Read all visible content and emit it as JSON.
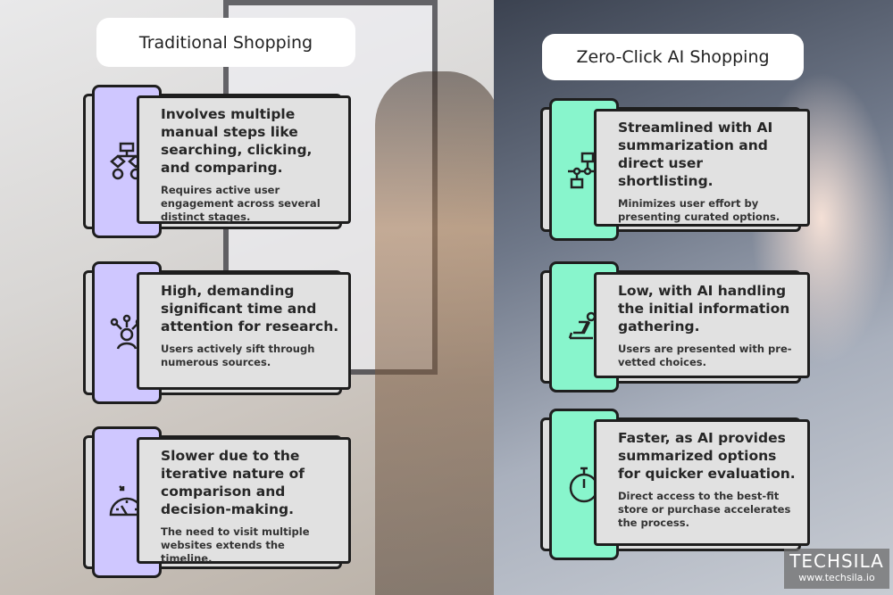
{
  "left": {
    "title": "Traditional Shopping",
    "accent": "#cfc7ff",
    "cards": [
      {
        "icon": "flowchart-decision-icon",
        "main": "Involves multiple manual steps like searching, clicking, and comparing.",
        "sub": "Requires active user engagement across several distinct stages."
      },
      {
        "icon": "person-network-icon",
        "main": "High, demanding significant time and attention for research.",
        "sub": "Users actively sift through numerous sources."
      },
      {
        "icon": "speedometer-icon",
        "main": "Slower due to the iterative nature of comparison and decision-making.",
        "sub": "The need to visit multiple websites extends the timeline."
      }
    ]
  },
  "right": {
    "title": "Zero-Click AI Shopping",
    "accent": "#88f5cc",
    "cards": [
      {
        "icon": "workflow-arrow-icon",
        "main": "Streamlined with AI summarization and direct user shortlisting.",
        "sub": "Minimizes user effort by presenting curated options."
      },
      {
        "icon": "person-relaxing-laptop-icon",
        "main": "Low, with AI handling the initial information gathering.",
        "sub": "Users are presented with pre-vetted choices."
      },
      {
        "icon": "stopwatch-icon",
        "main": "Faster, as AI provides summarized options for quicker evaluation.",
        "sub": "Direct access to the best-fit store or purchase accelerates the process."
      }
    ]
  },
  "logo": {
    "name": "TECHSILA",
    "url": "www.techsila.io"
  }
}
